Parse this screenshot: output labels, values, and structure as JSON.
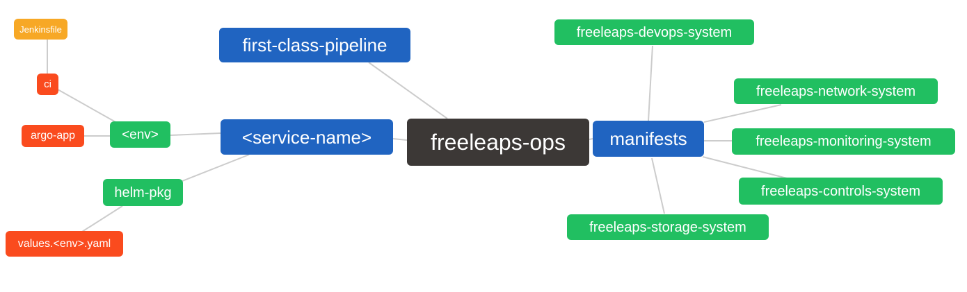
{
  "diagram": {
    "title": "freeleaps-ops repository mind map",
    "nodes": {
      "jenkinsfile": {
        "label": "Jenkinsfile",
        "color": "#F7A826"
      },
      "ci": {
        "label": "ci",
        "color": "#FA4B1E"
      },
      "argo_app": {
        "label": "argo-app",
        "color": "#FA4B1E"
      },
      "env": {
        "label": "<env>",
        "color": "#21BF61"
      },
      "helm_pkg": {
        "label": "helm-pkg",
        "color": "#21BF61"
      },
      "values_env_yaml": {
        "label": "values.<env>.yaml",
        "color": "#FA4B1E"
      },
      "first_class_pipeline": {
        "label": "first-class-pipeline",
        "color": "#2064C1"
      },
      "service_name": {
        "label": "<service-name>",
        "color": "#2064C1"
      },
      "freeleaps_ops": {
        "label": "freeleaps-ops",
        "color": "#3C3836"
      },
      "manifests": {
        "label": "manifests",
        "color": "#2064C1"
      },
      "devops_system": {
        "label": "freeleaps-devops-system",
        "color": "#21BF61"
      },
      "network_system": {
        "label": "freeleaps-network-system",
        "color": "#21BF61"
      },
      "monitoring_system": {
        "label": "freeleaps-monitoring-system",
        "color": "#21BF61"
      },
      "controls_system": {
        "label": "freeleaps-controls-system",
        "color": "#21BF61"
      },
      "storage_system": {
        "label": "freeleaps-storage-system",
        "color": "#21BF61"
      }
    },
    "edges": [
      {
        "from": "jenkinsfile",
        "to": "ci"
      },
      {
        "from": "ci",
        "to": "env"
      },
      {
        "from": "argo_app",
        "to": "env"
      },
      {
        "from": "env",
        "to": "service_name"
      },
      {
        "from": "helm_pkg",
        "to": "service_name"
      },
      {
        "from": "values_env_yaml",
        "to": "helm_pkg"
      },
      {
        "from": "first_class_pipeline",
        "to": "freeleaps_ops"
      },
      {
        "from": "service_name",
        "to": "freeleaps_ops"
      },
      {
        "from": "freeleaps_ops",
        "to": "manifests"
      },
      {
        "from": "manifests",
        "to": "devops_system"
      },
      {
        "from": "manifests",
        "to": "network_system"
      },
      {
        "from": "manifests",
        "to": "monitoring_system"
      },
      {
        "from": "manifests",
        "to": "controls_system"
      },
      {
        "from": "manifests",
        "to": "storage_system"
      }
    ],
    "colors": {
      "orange": "#F7A826",
      "red": "#FA4B1E",
      "green": "#21BF61",
      "blue": "#2064C1",
      "dark": "#3C3836",
      "edge_line": "#CCCCCC",
      "background": "#FFFFFF",
      "text": "#FFFFFF"
    }
  }
}
